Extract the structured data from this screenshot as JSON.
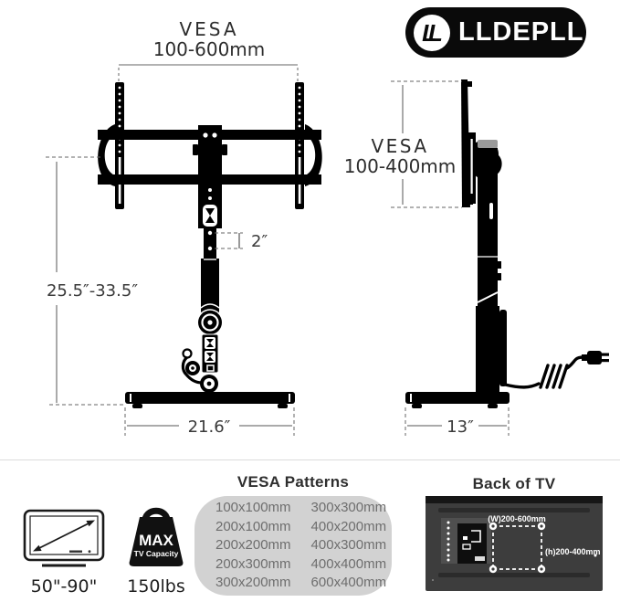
{
  "logo": {
    "brand": "LLDEPLL",
    "monogram": "LL"
  },
  "front_view": {
    "vesa_title": "VESA",
    "vesa_range": "100-600mm",
    "hole_spacing": "2″",
    "height_range": "25.5″-33.5″",
    "base_width": "21.6″"
  },
  "side_view": {
    "vesa_title": "VESA",
    "vesa_range": "100-400mm",
    "base_depth": "13″"
  },
  "specs": {
    "tv_size": {
      "label": "50\"-90\""
    },
    "max_capacity": {
      "line1": "MAX",
      "line2": "TV Capacity",
      "label": "150lbs"
    },
    "vesa_patterns": {
      "title": "VESA Patterns",
      "col1": [
        "100x100mm",
        "200x100mm",
        "200x200mm",
        "200x300mm",
        "300x200mm"
      ],
      "col2": [
        "300x300mm",
        "400x200mm",
        "400x300mm",
        "400x400mm",
        "600x400mm"
      ]
    },
    "back_of_tv": {
      "title": "Back of TV",
      "width_label": "(W)200-600mm",
      "height_label": "(h)200-400mm"
    }
  }
}
